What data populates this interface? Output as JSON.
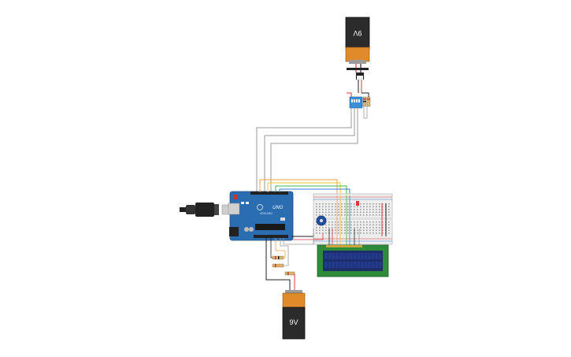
{
  "circuit": {
    "battery_top": {
      "label": "9V",
      "orientation": "inverted"
    },
    "battery_bottom": {
      "label": "9V"
    },
    "arduino": {
      "brand": "UNO",
      "maker": "ARDUINO"
    },
    "colors": {
      "board": "#2a6db0",
      "battery_body": "#2b2b2b",
      "battery_cap": "#e08a2a",
      "lcd_pcb": "#2e8b3a",
      "lcd_screen": "#1d2f6b",
      "wire_orange": "#f2a23a",
      "wire_yellow": "#e8c830",
      "wire_green": "#3cb44b",
      "wire_blue": "#3a7bd5",
      "wire_gray": "#9a9a9a",
      "wire_black": "#222222",
      "wire_red": "#d83a3a",
      "dip_switch": "#3a8fd8"
    },
    "icons": [
      "usb-cable-icon",
      "potentiometer-icon",
      "dip-switch-icon",
      "transistor-icon",
      "resistor-icon"
    ]
  }
}
